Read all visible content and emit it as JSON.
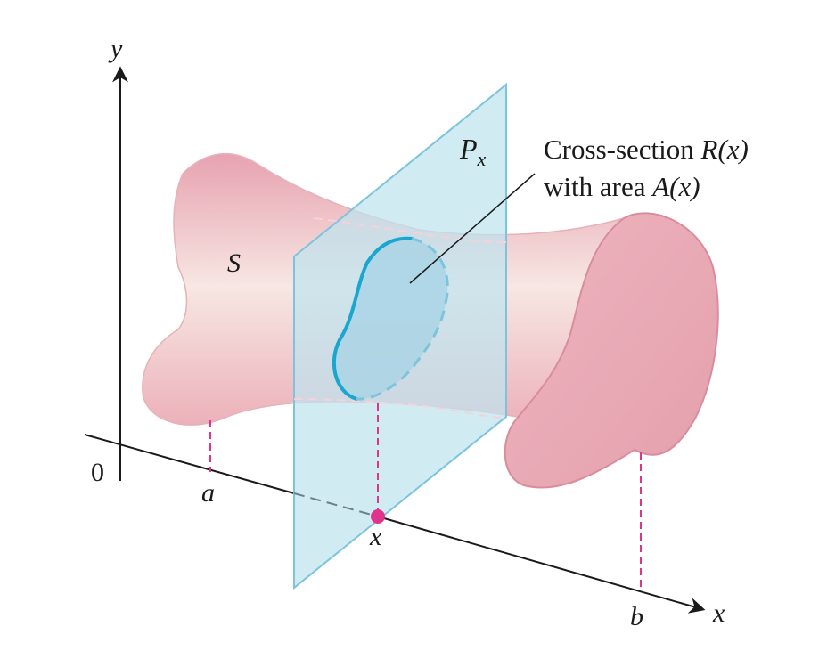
{
  "axes": {
    "y_label": "y",
    "x_label": "x",
    "origin_label": "0",
    "a_label": "a",
    "b_label": "b",
    "x_point_label": "x"
  },
  "solid": {
    "label": "S"
  },
  "plane": {
    "label_main": "P",
    "label_sub": "x"
  },
  "annotation": {
    "line1_text": "Cross-section ",
    "line1_func": "R",
    "line1_arg": "(x)",
    "line2_text": "with area ",
    "line2_func": "A",
    "line2_arg": "(x)"
  },
  "colors": {
    "solid_pink": "#f2c4cc",
    "solid_edge": "#d98c9c",
    "plane_blue": "#bfe3ef",
    "plane_edge": "#7cc4dc",
    "section_curve": "#1aa6cf",
    "dashed_marker": "#e0338a",
    "point": "#e0338a"
  }
}
